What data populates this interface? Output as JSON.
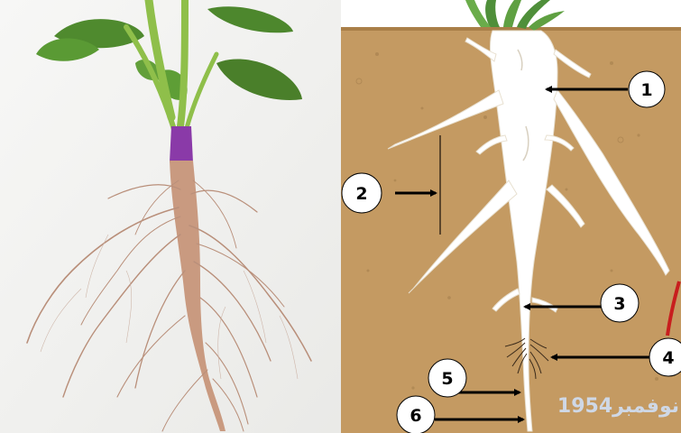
{
  "photo": {
    "subject": "taproot plant photo"
  },
  "diagram": {
    "labels": [
      "1",
      "2",
      "3",
      "4",
      "5",
      "6"
    ],
    "watermark": "نوفمبر1954"
  },
  "colors": {
    "soil": "#c49a62",
    "root": "#ffffff",
    "leaf": "#5f8f3c",
    "arrow": "#000000",
    "badge_fill": "#ffffff",
    "photo_root": "#c99a80",
    "stem_purple": "#8a3aa8",
    "red_mark": "#c81e1e"
  }
}
